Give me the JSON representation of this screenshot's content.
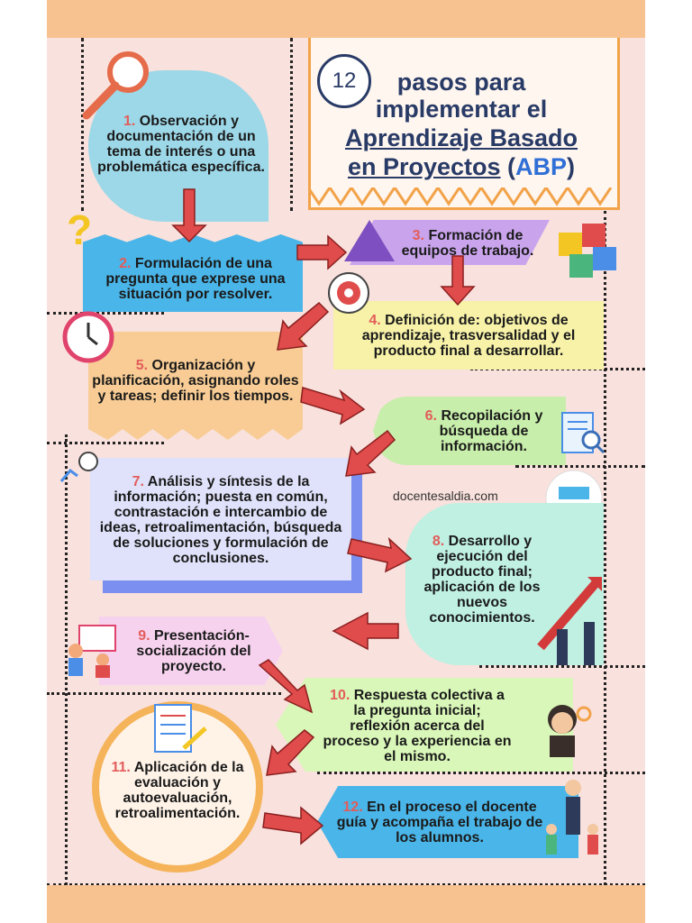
{
  "title": {
    "number": "12",
    "line1": "pasos para",
    "line2": "implementar el",
    "line3": "Aprendizaje Basado",
    "line4a": "en Proyectos",
    "line4b": " (",
    "line4c": "ABP",
    "line4d": ")"
  },
  "website": "docentesaldia.com",
  "steps": [
    {
      "num": "1.",
      "text": "Observación y documentación de un tema de interés o una problemática específica."
    },
    {
      "num": "2.",
      "text": "Formulación de una pregunta que exprese una situación por resolver."
    },
    {
      "num": "3.",
      "text": "Formación de equipos de trabajo."
    },
    {
      "num": "4.",
      "text": "Definición de: objetivos de aprendizaje, trasversalidad y el producto final a desarrollar."
    },
    {
      "num": "5.",
      "text": "Organización y planificación, asignando roles y tareas; definir los tiempos."
    },
    {
      "num": "6.",
      "text": "Recopilación y búsqueda de información."
    },
    {
      "num": "7.",
      "text": "Análisis y síntesis de la información; puesta en común, contrastación e intercambio de ideas, retroalimentación, búsqueda de soluciones y formulación de conclusiones."
    },
    {
      "num": "8.",
      "text": "Desarrollo y ejecución del producto final; aplicación de los nuevos conocimientos."
    },
    {
      "num": "9.",
      "text": "Presentación-socialización del proyecto."
    },
    {
      "num": "10.",
      "text": "Respuesta colectiva a la pregunta inicial; reflexión acerca del proceso y la experiencia en el mismo."
    },
    {
      "num": "11.",
      "text": "Aplicación de la evaluación y autoevaluación, retroalimentación."
    },
    {
      "num": "12.",
      "text": "En el proceso el docente guía y acompaña el trabajo de los alumnos."
    }
  ],
  "colors": {
    "background": "#f9e1dd",
    "band": "#f7c28f",
    "title": "#283a66",
    "number": "#e25d5b",
    "arrow": "#e04b4b"
  },
  "icons": [
    "magnifier-icon",
    "question-mark-icon",
    "puzzle-icon",
    "target-icon",
    "clock-icon",
    "document-search-icon",
    "analysis-icon",
    "logo-icon",
    "growth-chart-icon",
    "presentation-icon",
    "thinking-person-icon",
    "evaluation-icon",
    "teacher-students-icon"
  ]
}
